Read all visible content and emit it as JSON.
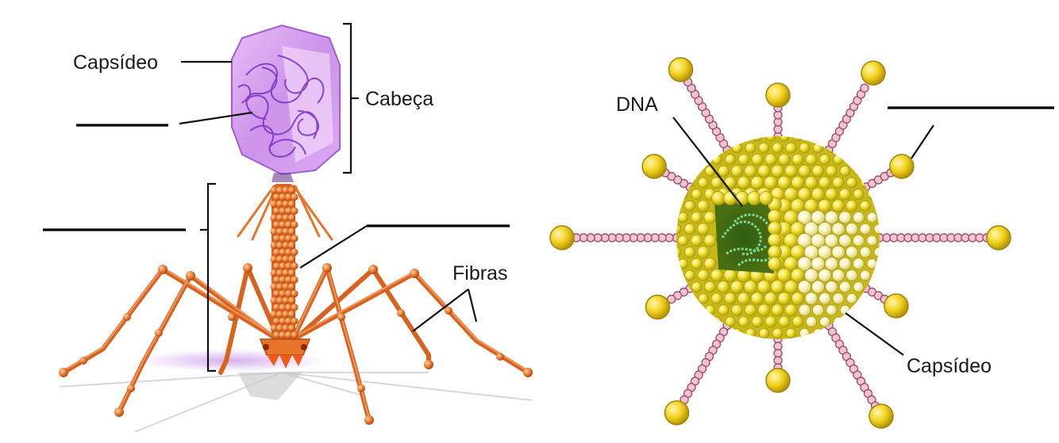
{
  "labels": {
    "capsid_left": "Capsídeo",
    "head": "Cabeça",
    "fibers": "Fibras",
    "dna": "DNA",
    "capsid_right": "Capsídeo"
  },
  "colors": {
    "head_fill": "#c98ae8",
    "head_edge": "#9b4fd0",
    "dna_coil": "#7a2fc4",
    "tail_orange": "#e8742a",
    "tail_dark": "#c4501a",
    "capsomer_yellow": "#f2e23a",
    "spike_pink": "#e8b8c8",
    "knob_yellow": "#f5d82a",
    "dna_green": "#7fe0a0"
  },
  "blank_lines_count": 4
}
